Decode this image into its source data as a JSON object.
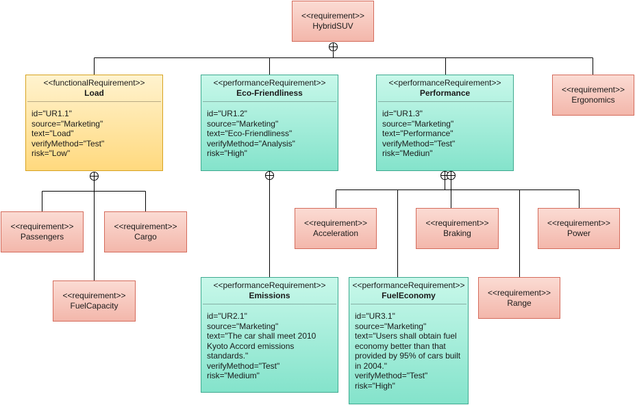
{
  "colors": {
    "requirement_fill": "#f3b7ab",
    "requirement_border": "#d46a5a",
    "functional_fill": "#ffd97e",
    "performance_fill": "#84e3cb",
    "connector": "#000000"
  },
  "nodes": {
    "hybridsuv": {
      "stereotype": "<<requirement>>",
      "title": "HybridSUV"
    },
    "load": {
      "stereotype": "<<functionalRequirement>>",
      "title": "Load",
      "props": [
        "id=\"UR1.1\"",
        "source=\"Marketing\"",
        "text=\"Load\"",
        "verifyMethod=\"Test\"",
        "risk=\"Low\""
      ]
    },
    "eco": {
      "stereotype": "<<performanceRequirement>>",
      "title": "Eco-Friendliness",
      "props": [
        "id=\"UR1.2\"",
        "source=\"Marketing\"",
        "text=\"Eco-Friendliness\"",
        "verifyMethod=\"Analysis\"",
        "risk=\"High\""
      ]
    },
    "performance": {
      "stereotype": "<<performanceRequirement>>",
      "title": "Performance",
      "props": [
        "id=\"UR1.3\"",
        "source=\"Marketing\"",
        "text=\"Performance\"",
        "verifyMethod=\"Test\"",
        "risk=\"Mediun\""
      ]
    },
    "ergonomics": {
      "stereotype": "<<requirement>>",
      "title": "Ergonomics"
    },
    "passengers": {
      "stereotype": "<<requirement>>",
      "title": "Passengers"
    },
    "cargo": {
      "stereotype": "<<requirement>>",
      "title": "Cargo"
    },
    "fuelcapacity": {
      "stereotype": "<<requirement>>",
      "title": "FuelCapacity"
    },
    "acceleration": {
      "stereotype": "<<requirement>>",
      "title": "Acceleration"
    },
    "braking": {
      "stereotype": "<<requirement>>",
      "title": "Braking"
    },
    "power": {
      "stereotype": "<<requirement>>",
      "title": "Power"
    },
    "range": {
      "stereotype": "<<requirement>>",
      "title": "Range"
    },
    "emissions": {
      "stereotype": "<<performanceRequirement>>",
      "title": "Emissions",
      "props": [
        "id=\"UR2.1\"",
        "source=\"Marketing\"",
        "text=\"The car shall meet 2010\nKyoto Accord emissions\nstandards.\"",
        "verifyMethod=\"Test\"",
        "risk=\"Medium\""
      ]
    },
    "fueleconomy": {
      "stereotype": "<<performanceRequirement>>",
      "title": "FuelEconomy",
      "props": [
        "id=\"UR3.1\"",
        "source=\"Marketing\"",
        "text=\"Users shall obtain fuel\neconomy better than that\nprovided by 95% of cars built\nin 2004.\"",
        "verifyMethod=\"Test\"",
        "risk=\"High\""
      ]
    }
  }
}
